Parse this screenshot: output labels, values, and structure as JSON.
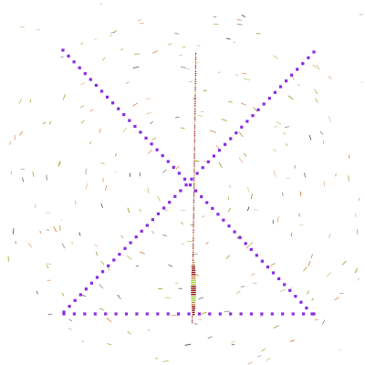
{
  "colors": {
    "background": "#ffffff",
    "glyph_marker": "#8a2be2",
    "vertical_stroke_dark": "#8b0000",
    "vertical_stroke_light": "#cd853f",
    "vertical_highlight": "#9acd32",
    "noise_dark": "#2f2f2f",
    "noise_olive": "#8b8b00",
    "noise_orange": "#d2691e"
  },
  "figure": {
    "marker_shape": "square",
    "mark_kinds": [
      "diagonal",
      "diagonal",
      "baseline",
      "vertical"
    ]
  }
}
